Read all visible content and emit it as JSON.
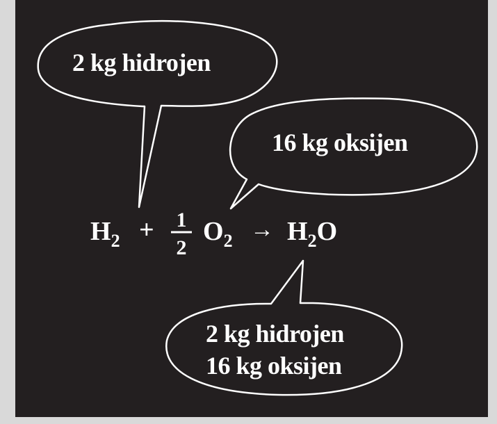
{
  "bubble_top_left": {
    "text": "2 kg hidrojen"
  },
  "bubble_top_right": {
    "text": "16 kg oksijen"
  },
  "bubble_bottom": {
    "line1": "2 kg hidrojen",
    "line2": "16 kg oksijen"
  },
  "equation": {
    "h2_symbol": "H",
    "h2_sub": "2",
    "plus": "+",
    "frac_num": "1",
    "frac_den": "2",
    "o2_symbol": "O",
    "o2_sub": "2",
    "arrow": "→",
    "h2o_h": "H",
    "h2o_sub": "2",
    "h2o_o": "O"
  },
  "colors": {
    "background": "#231f20",
    "foreground": "#ffffff",
    "margin": "#d9d9d9"
  }
}
